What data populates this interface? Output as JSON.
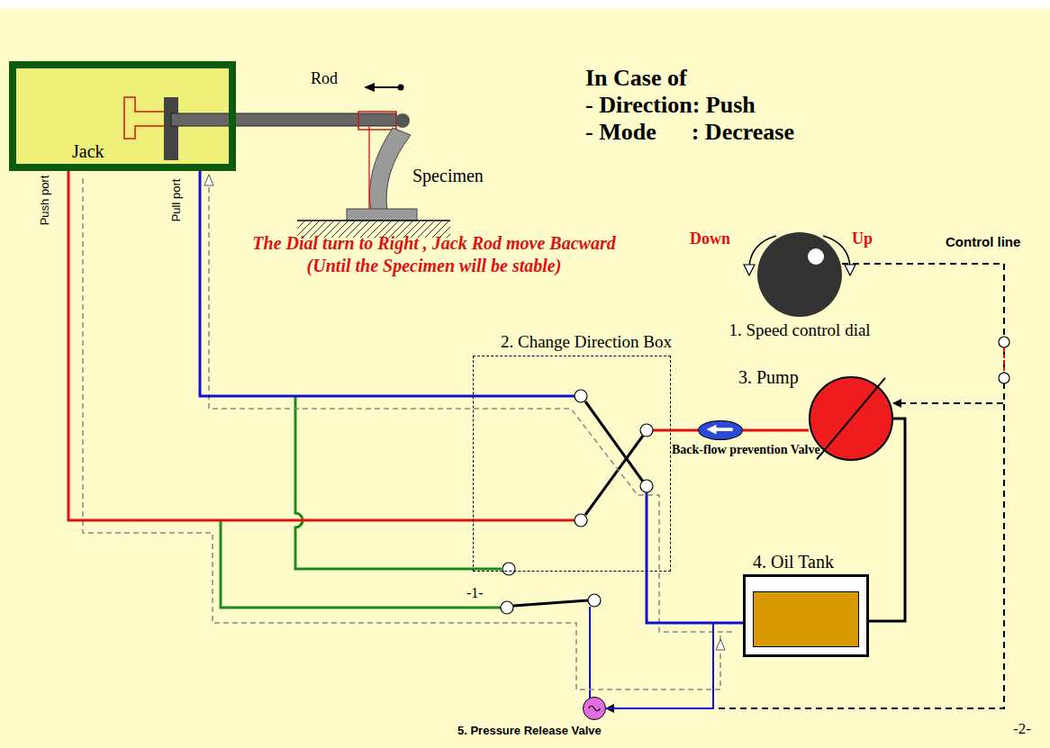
{
  "diagram": {
    "title": "In Case of",
    "nodes": [
      {
        "text": [
          "Jack"
        ]
      },
      {
        "text": [
          "Specimen"
        ]
      },
      {
        "text": [
          "1. Speed control dial"
        ]
      },
      {
        "text": [
          "2. Change Direction Box"
        ]
      },
      {
        "text": [
          "3. Pump"
        ]
      },
      {
        "text": [
          "Back-flow prevention Valve"
        ]
      },
      {
        "text": [
          "4. Oil Tank"
        ]
      },
      {
        "text": [
          "5. Pressure Release Valve"
        ]
      }
    ],
    "edges": [
      {
        "from": 0,
        "to": 3,
        "arrow": "none"
      },
      {
        "from": 0,
        "to": 3,
        "arrow": "none"
      },
      {
        "from": 4,
        "to": 5,
        "arrow": "none"
      },
      {
        "from": 5,
        "to": 3,
        "arrow": "none"
      },
      {
        "from": 3,
        "to": 6,
        "arrow": "none"
      },
      {
        "from": 4,
        "to": 6,
        "arrow": "none"
      },
      {
        "from": 2,
        "to": 4,
        "arrow": "to"
      },
      {
        "from": 2,
        "to": 7,
        "arrow": "to"
      },
      {
        "from": 7,
        "to": 6,
        "arrow": "none"
      }
    ],
    "labels": [
      "- Direction: Push",
      "- Mode      : Decrease",
      "Rod",
      "Push port",
      "Pull port",
      "The Dial turn to Right , Jack Rod move Bacward (Until the Specimen will be stable)",
      "Down",
      "Up",
      "Control line",
      "-1-",
      "-2-"
    ]
  }
}
